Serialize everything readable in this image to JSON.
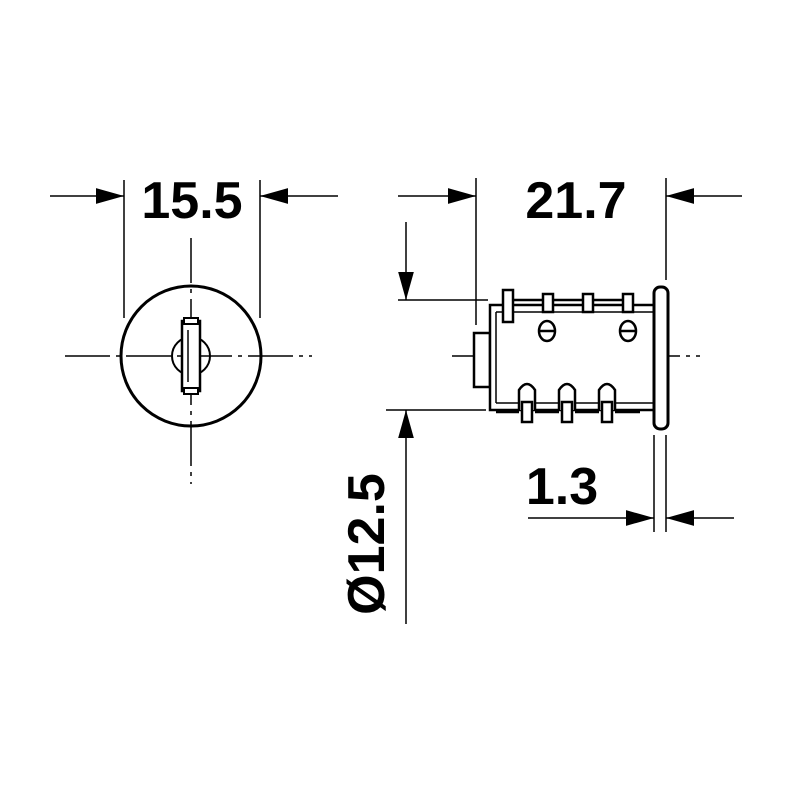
{
  "dimensions": {
    "front_width": "15.5",
    "cylinder_length": "21.7",
    "cylinder_diameter": "Ø12.5",
    "flange_thickness": "1.3"
  },
  "colors": {
    "stroke": "#000000",
    "background": "#ffffff"
  }
}
